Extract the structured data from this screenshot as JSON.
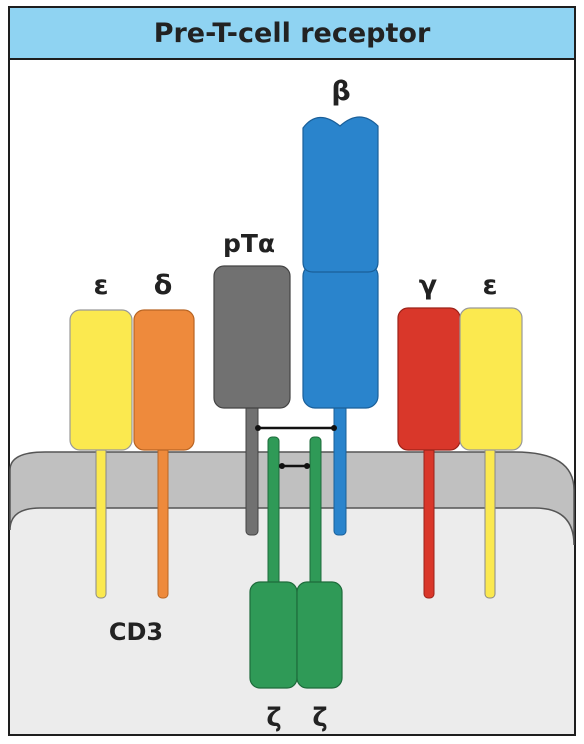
{
  "title": "Pre-T-cell receptor",
  "chains": {
    "beta": "β",
    "pt_alpha": "pTα",
    "cd3_epsilon_left": "ε",
    "cd3_delta": "δ",
    "cd3_gamma": "γ",
    "cd3_epsilon_right": "ε",
    "zeta_left": "ζ",
    "zeta_right": "ζ"
  },
  "complex_label": "CD3",
  "colors": {
    "title_bar": "#8fd3f2",
    "epsilon": "#fbe94f",
    "delta": "#ee8a3c",
    "gamma": "#d9372a",
    "pt_alpha": "#717171",
    "beta": "#2a84cc",
    "zeta": "#2f9a57",
    "membrane": "#c0c0c0",
    "cytoplasm": "#ececec"
  }
}
